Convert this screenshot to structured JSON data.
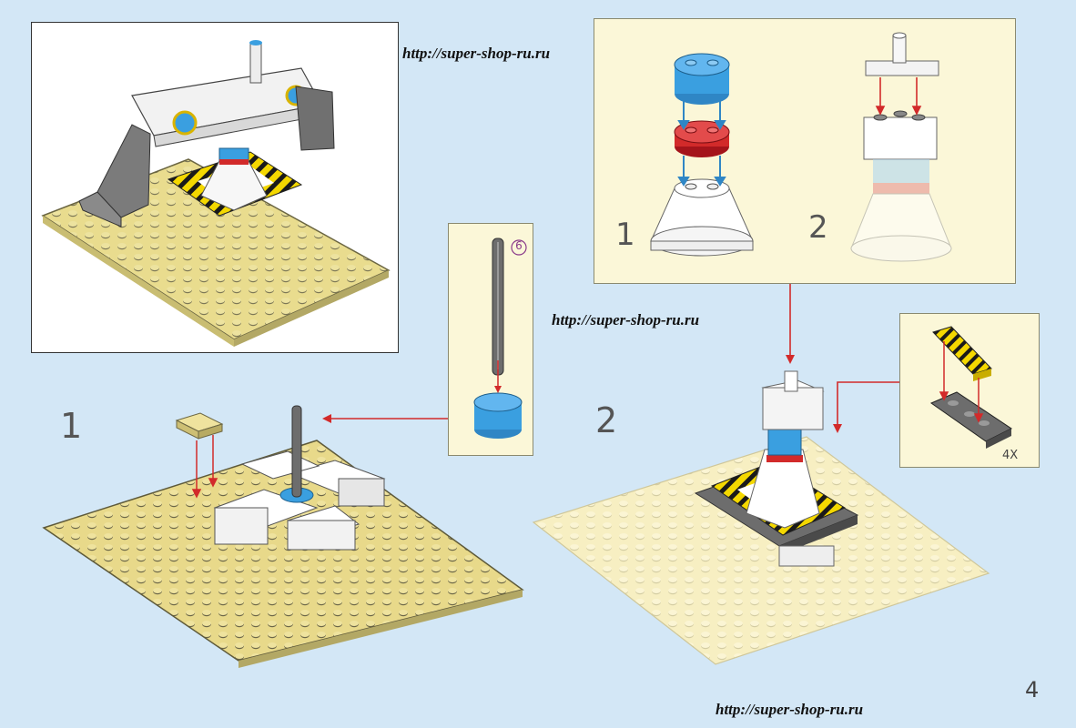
{
  "watermark": "http://super-shop-ru.ru",
  "steps": {
    "main_1": "1",
    "main_2": "2",
    "sub_1": "1",
    "sub_2": "2"
  },
  "callouts": {
    "rod_length": "6",
    "plate_quantity": "4X"
  },
  "page_number": "4",
  "colors": {
    "background": "#d3e7f6",
    "baseplate": "#efe29a",
    "stripe_yellow": "#f4d800",
    "arrow": "#d22a2a",
    "blue": "#3a9fe0",
    "gray": "#6d6d6d"
  }
}
